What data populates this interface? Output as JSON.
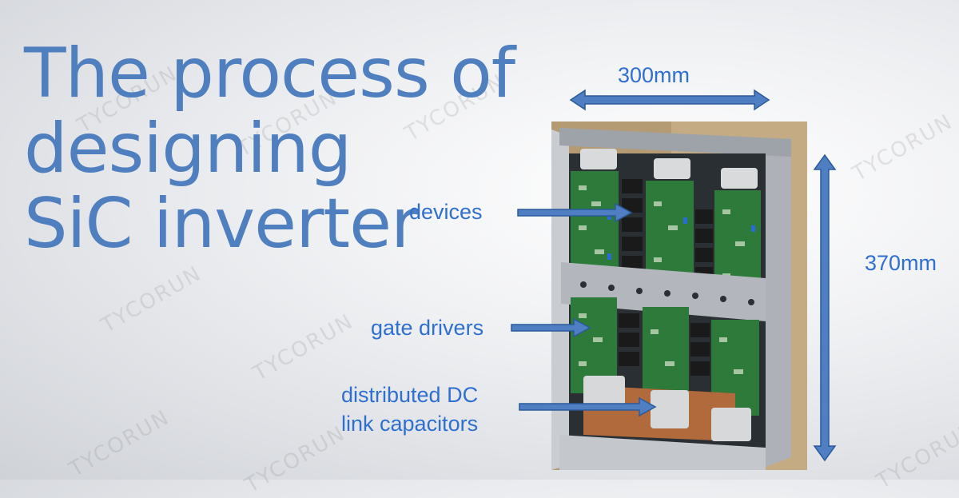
{
  "title": {
    "lines": [
      "The process of",
      "designing",
      "SiC inverter"
    ]
  },
  "dimensions": {
    "width_label": "300mm",
    "height_label": "370mm"
  },
  "callouts": {
    "devices": "devices",
    "gate_drivers": "gate drivers",
    "capacitors_line1": "distributed DC",
    "capacitors_line2": "link capacitors"
  },
  "watermark": "TYCORUN",
  "colors": {
    "title": "#4f7fbe",
    "label": "#2f6fd0",
    "arrow_fill": "#4f7fc2",
    "arrow_stroke": "#2a5a99",
    "pcb_green": "#2d7a3a",
    "frame_metal": "#b9bdc4"
  },
  "icons": {
    "width_arrow": "double-headed-horizontal-arrow",
    "height_arrow": "double-headed-vertical-arrow",
    "callout_arrow": "right-pointing-arrow"
  }
}
